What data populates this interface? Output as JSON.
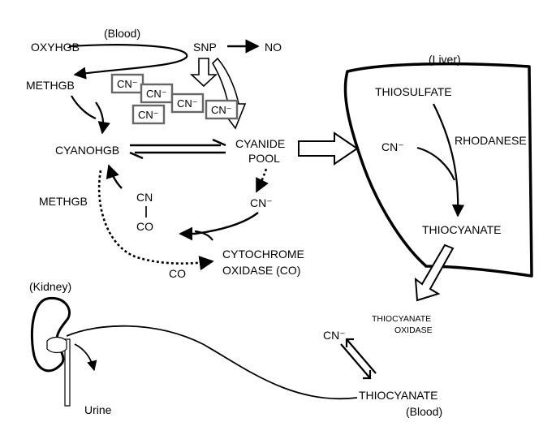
{
  "labels": {
    "blood": "(Blood)",
    "oxyhgb": "OXYHGB",
    "snp": "SNP",
    "no": "NO",
    "methgb_top": "METHGB",
    "cyanohgb": "CYANOHGB",
    "cyanide_pool_1": "CYANIDE",
    "cyanide_pool_2": "POOL",
    "cn_pool": "CN⁻",
    "methgb_mid": "METHGB",
    "cn_top": "CN",
    "co_mid": "CO",
    "co_bottom": "CO",
    "cytochrome_1": "CYTOCHROME",
    "cytochrome_2": "OXIDASE (CO)",
    "liver": "(Liver)",
    "thiosulfate": "THIOSULFATE",
    "cn_liver": "CN⁻",
    "rhodanese": "RHODANESE",
    "thiocyanate_liver": "THIOCYANATE",
    "thiocyanate_oxidase_1": "THIOCYANATE",
    "thiocyanate_oxidase_2": "OXIDASE",
    "kidney": "(Kidney)",
    "urine": "Urine",
    "cn_blood": "CN⁻",
    "thiocyanate_blood": "THIOCYANATE",
    "blood_bottom": "(Blood)"
  },
  "cn_boxes": [
    "CN⁻",
    "CN⁻",
    "CN⁻",
    "CN⁻",
    "CN⁻"
  ]
}
